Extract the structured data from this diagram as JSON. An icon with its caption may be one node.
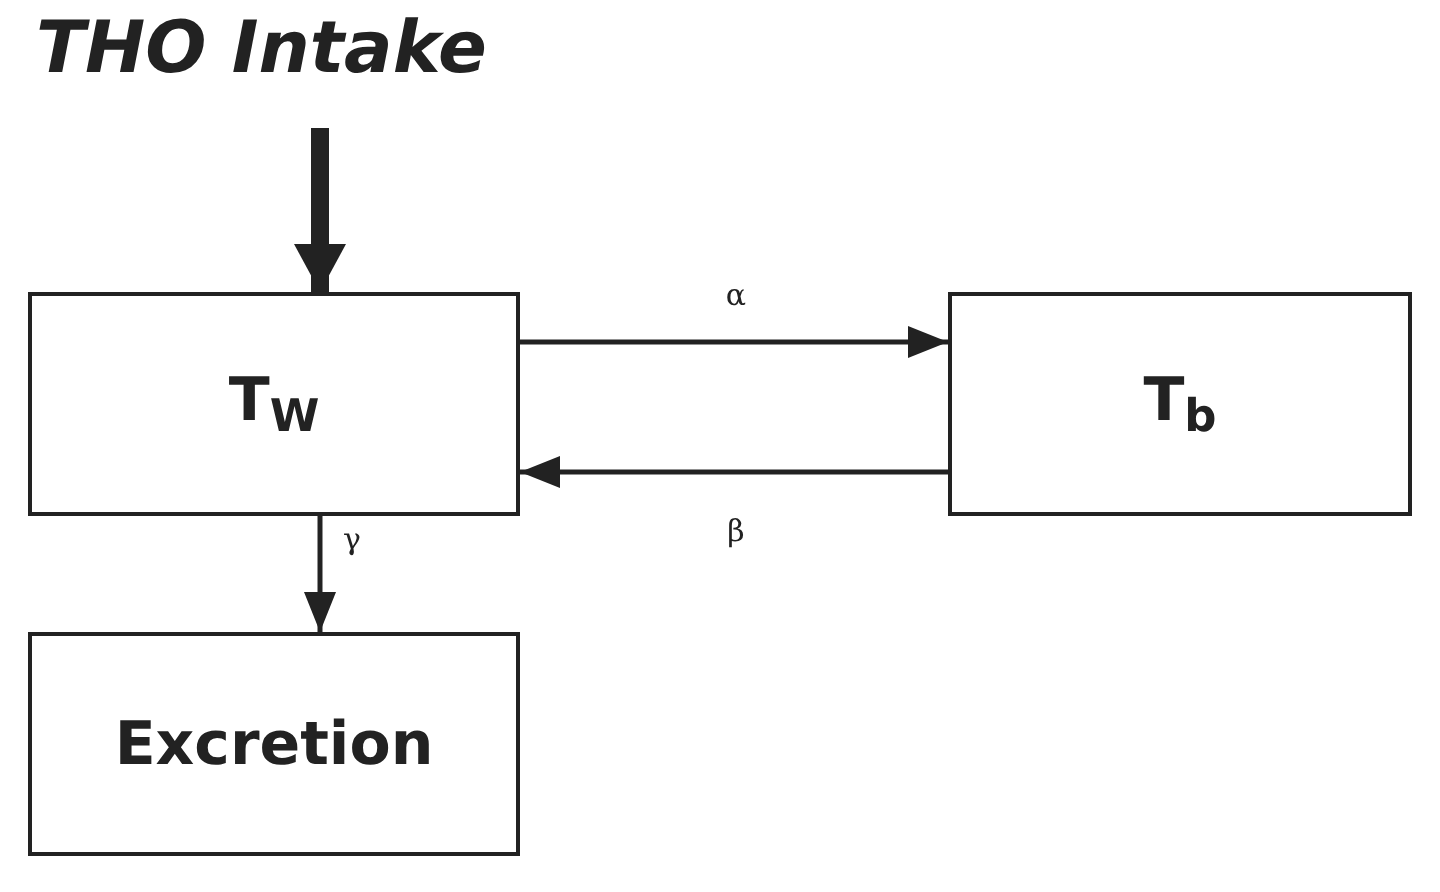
{
  "diagram": {
    "nodes": [
      {
        "text": [
          "THO Intake"
        ]
      },
      {
        "text": [
          "T$_{W}$"
        ]
      },
      {
        "text": [
          "T$_{b}$"
        ]
      },
      {
        "text": [
          "Excretion"
        ]
      }
    ],
    "edges": [
      {
        "from": 0,
        "to": 1,
        "arrow": "to",
        "style": "thick"
      },
      {
        "from": 1,
        "to": 2,
        "arrow": "to",
        "label": "α"
      },
      {
        "from": 2,
        "to": 1,
        "arrow": "to",
        "label": "β"
      },
      {
        "from": 1,
        "to": 3,
        "arrow": "to",
        "label": "γ"
      }
    ]
  }
}
